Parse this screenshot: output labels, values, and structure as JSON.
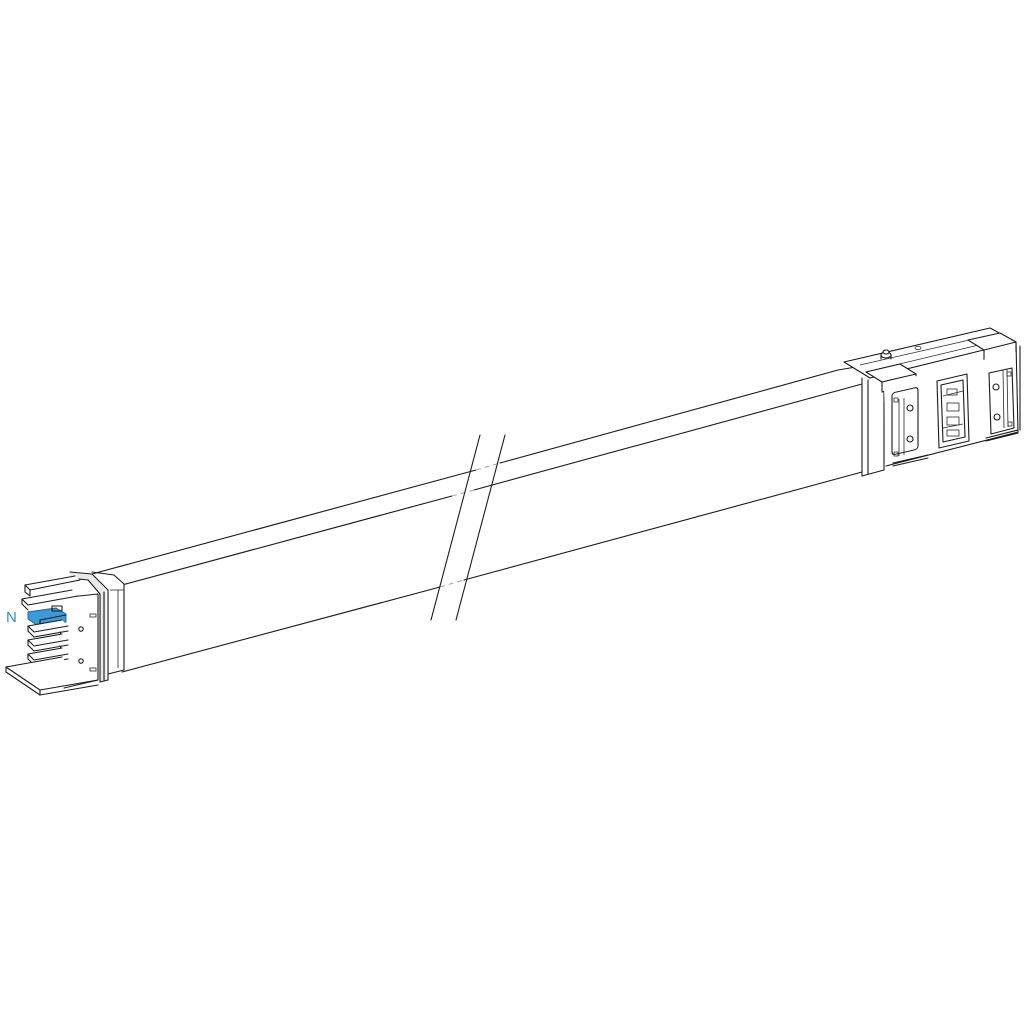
{
  "drawing": {
    "subject": "Busbar trunking straight length",
    "view": "isometric line drawing",
    "break_symbol": "double oblique break lines",
    "colors": {
      "line": "#1a1a1a",
      "background": "#ffffff",
      "neutral_bar": "#3b9bd6",
      "neutral_label": "#2a8fd0"
    }
  },
  "labels": {
    "neutral": {
      "text": "N",
      "color": "#2a8fd0"
    }
  },
  "components": {
    "left_end": "Connection end with 4 stacked conductor bars (top bar = neutral, highlighted blue)",
    "body": "Long rectangular trunking casing, shortened with break lines",
    "right_end": "Junction block with clamp plates and bolt fixings"
  }
}
